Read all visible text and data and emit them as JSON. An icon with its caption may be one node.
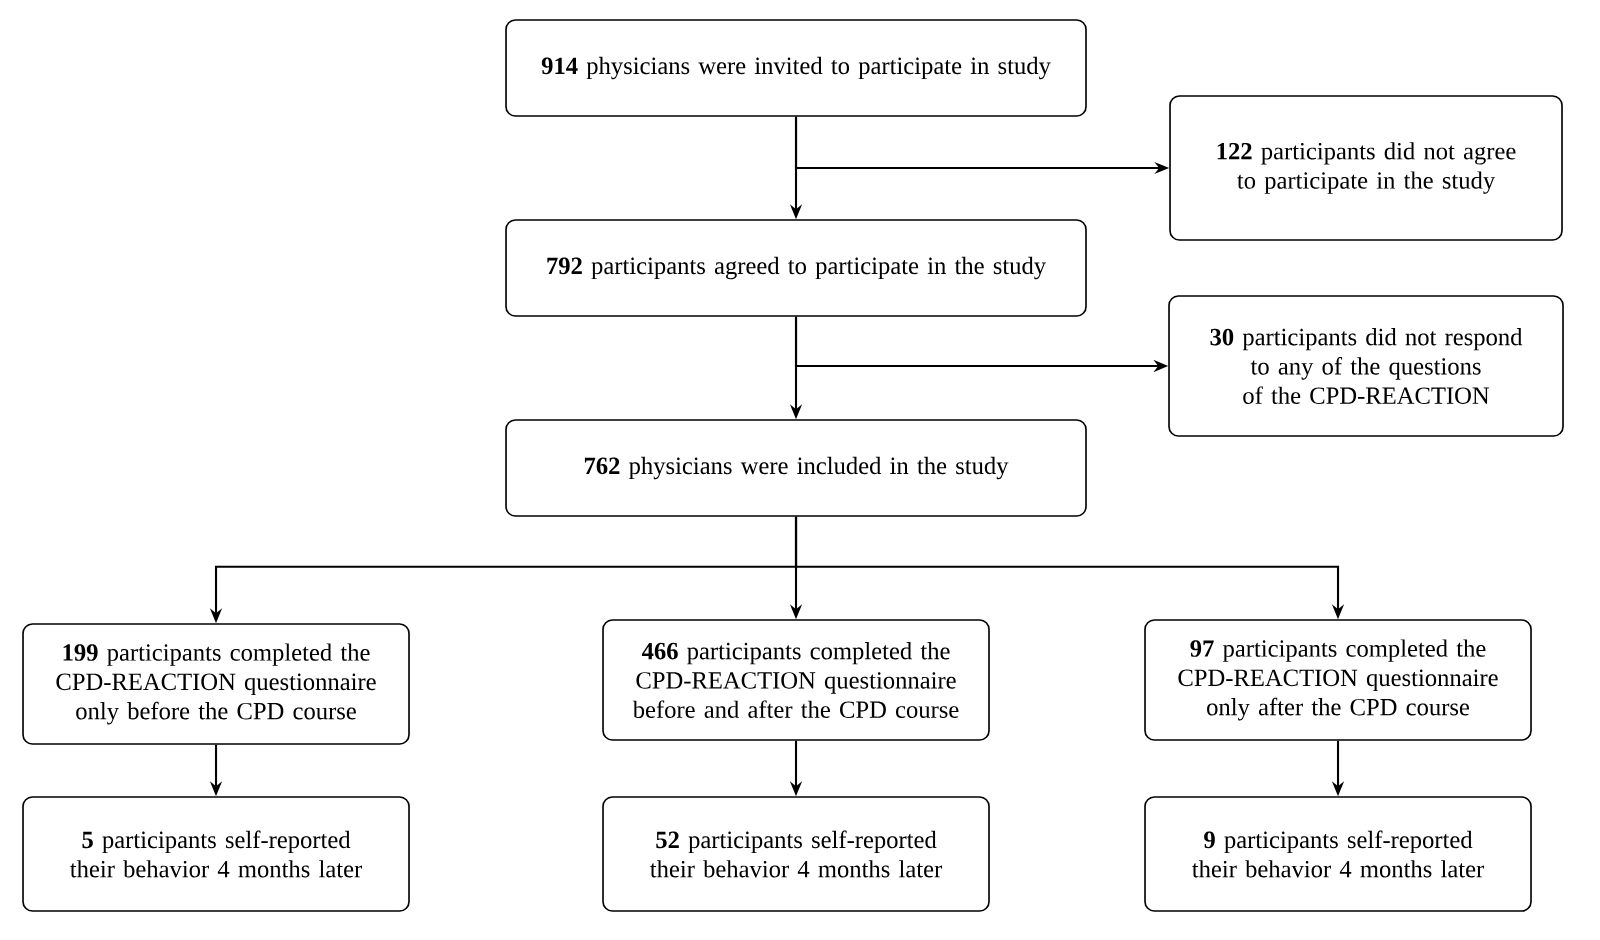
{
  "diagram": {
    "nodes": [
      {
        "text": [
          "**914** physicians were invited to participate in study"
        ]
      },
      {
        "text": [
          "**122** participants did not agree to participate in the study"
        ]
      },
      {
        "text": [
          "**792** participants agreed to participate in the study"
        ]
      },
      {
        "text": [
          "**30** participants did not respond to any of the questions of the CPD-REACTION"
        ]
      },
      {
        "text": [
          "**762** physicians were included in the study"
        ]
      },
      {
        "text": [
          "**199** participants completed the CPD-REACTION questionnaire only before the CPD course"
        ]
      },
      {
        "text": [
          "**466** participants completed the CPD-REACTION questionnaire before and after the CPD course"
        ]
      },
      {
        "text": [
          "**97** participants completed the CPD-REACTION questionnaire only after the CPD course"
        ]
      },
      {
        "text": [
          "**5** participants self-reported their behavior 4 months later"
        ]
      },
      {
        "text": [
          "**52** participants  self-reported their behavior 4 months later"
        ]
      },
      {
        "text": [
          "**9** participants  self-reported their behavior 4 months later"
        ]
      }
    ],
    "edges": [
      {
        "from": 0,
        "to": 2,
        "arrow": "to"
      },
      {
        "from": 0,
        "to": 1,
        "arrow": "to"
      },
      {
        "from": 2,
        "to": 4,
        "arrow": "to"
      },
      {
        "from": 2,
        "to": 3,
        "arrow": "to"
      },
      {
        "from": 4,
        "to": 5,
        "arrow": "to"
      },
      {
        "from": 4,
        "to": 6,
        "arrow": "to"
      },
      {
        "from": 4,
        "to": 7,
        "arrow": "to"
      },
      {
        "from": 5,
        "to": 8,
        "arrow": "to"
      },
      {
        "from": 6,
        "to": 9,
        "arrow": "to"
      },
      {
        "from": 7,
        "to": 10,
        "arrow": "to"
      }
    ]
  }
}
